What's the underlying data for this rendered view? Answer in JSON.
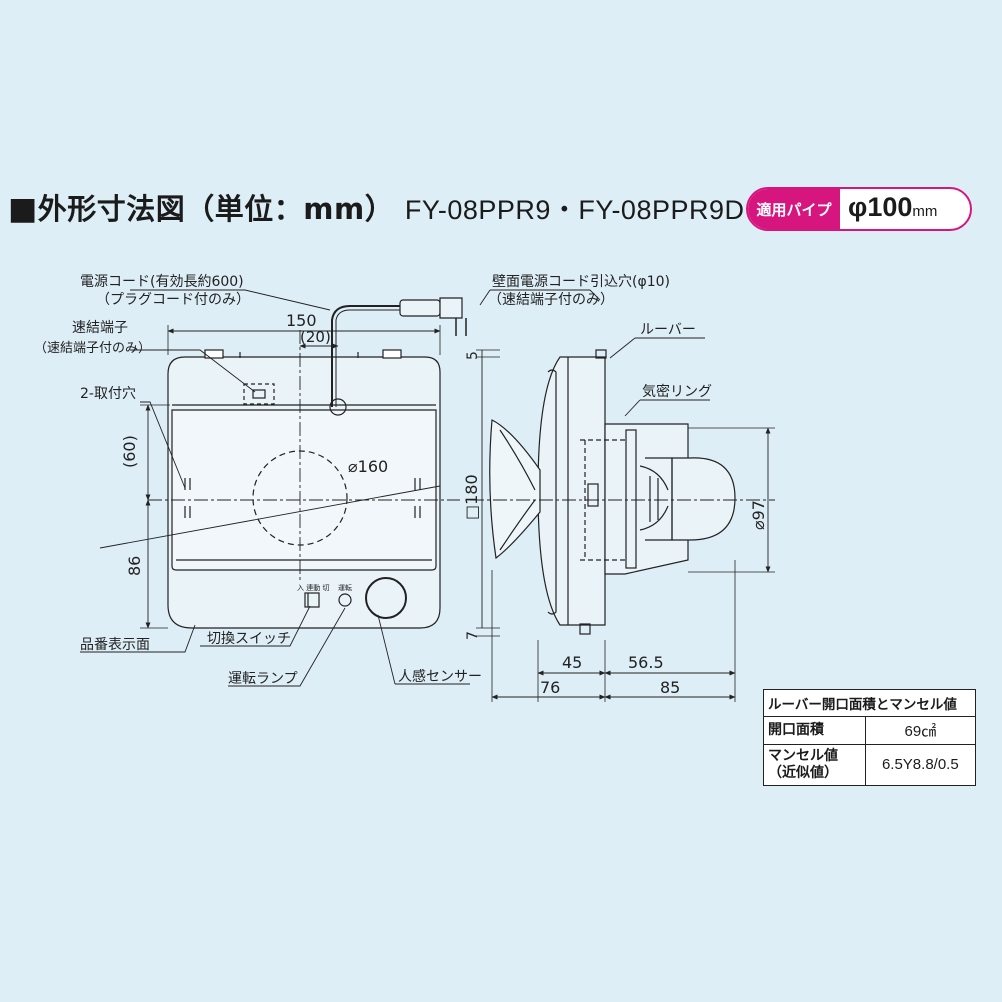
{
  "title": {
    "marker": "■",
    "main": "外形寸法図（単位：mm）",
    "models": "FY-08PPR9・FY-08PPR9D"
  },
  "pipe_badge": {
    "label": "適用パイプ",
    "diameter": "φ100",
    "unit": "mm",
    "accent_color": "#d6157f"
  },
  "front_view": {
    "labels": {
      "power_cord": "電源コード(有効長約600)",
      "power_cord_note": "（プラグコード付のみ）",
      "quick_terminal": "速結端子",
      "quick_terminal_note": "（速結端子付のみ）",
      "mount_holes": "2-取付穴",
      "model_display": "品番表示面",
      "switch": "切換スイッチ",
      "operation_lamp": "運転ランプ",
      "motion_sensor": "人感センサー",
      "switch_tiny": "入 連動 切",
      "lamp_tiny": "運転"
    },
    "dims": {
      "width": "150",
      "cord_offset": "(20)",
      "hole_offset": "(60)",
      "lower": "86",
      "circle": "⌀160",
      "square": "□180",
      "top_gap": "5",
      "bottom_gap": "7"
    }
  },
  "side_view": {
    "labels": {
      "wall_cord_hole": "壁面電源コード引込穴(φ10)",
      "wall_cord_note": "（速結端子付のみ）",
      "louver": "ルーバー",
      "airtight_ring": "気密リング"
    },
    "dims": {
      "d45": "45",
      "d565": "56.5",
      "d76": "76",
      "d85": "85",
      "pipe_dia": "⌀97"
    }
  },
  "spec_table": {
    "header": "ルーバー開口面積とマンセル値",
    "rows": [
      {
        "key": "開口面積",
        "value": "69㎠"
      },
      {
        "key": "マンセル値\n（近似値）",
        "value": "6.5Y8.8/0.5"
      }
    ]
  }
}
